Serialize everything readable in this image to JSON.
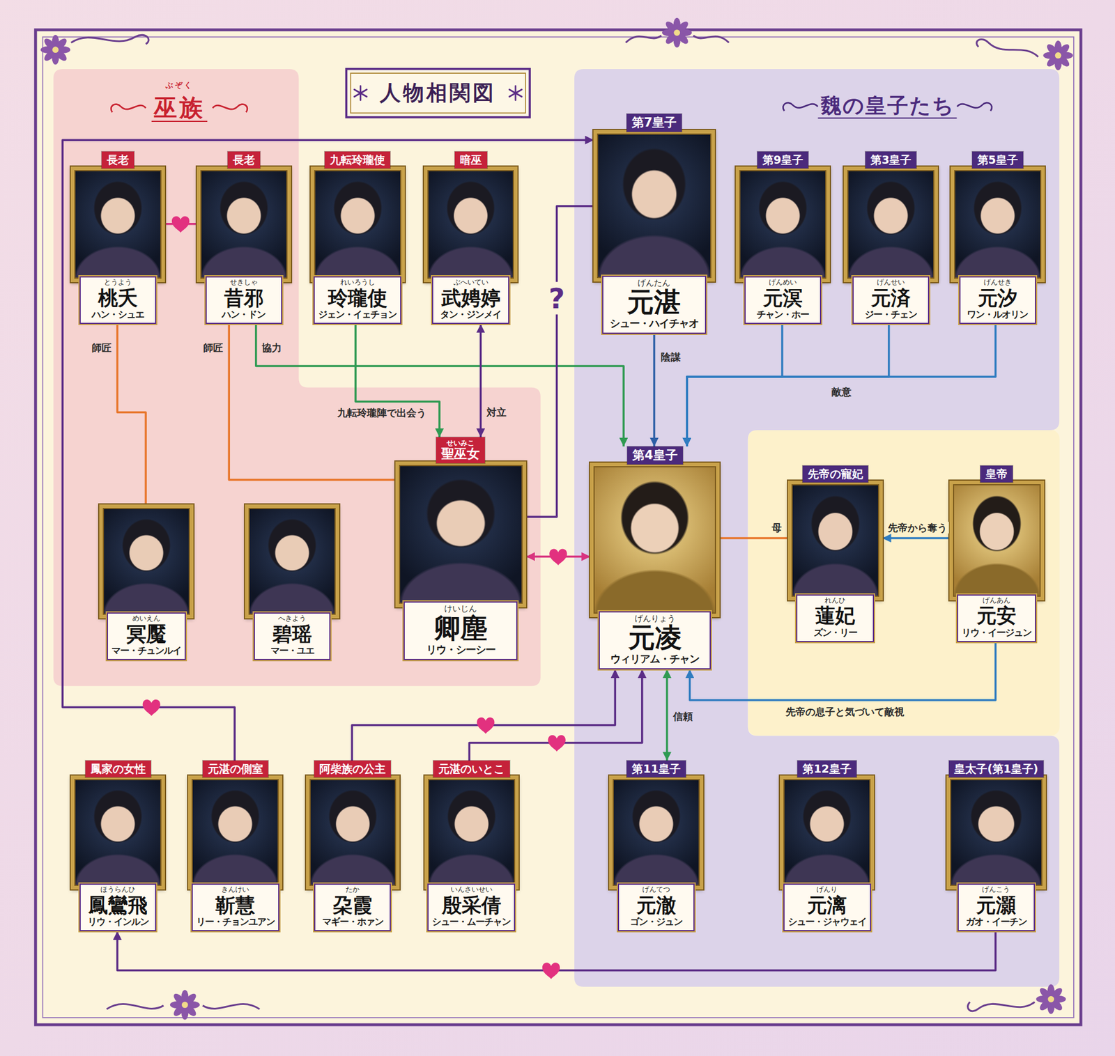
{
  "diagram": {
    "title": "人物相関図",
    "nodes": [
      {
        "text": [
          "ぶぞく",
          "巫族"
        ]
      },
      {
        "text": [
          "長老",
          "とうよう",
          "桃夭",
          "ハン・シュエ"
        ],
        "in": 0
      },
      {
        "text": [
          "長老",
          "せきしゃ",
          "昔邪",
          "ハン・ドン"
        ],
        "in": 0
      },
      {
        "text": [
          "九転玲瓏使",
          "れいろうし",
          "玲瓏使",
          "ジェン・イェチョン"
        ]
      },
      {
        "text": [
          "暗巫",
          "ぶへいてい",
          "武娉婷",
          "タン・ジンメイ"
        ]
      },
      {
        "text": [
          "魏の皇子たち"
        ]
      },
      {
        "text": [
          "第7皇子",
          "げんたん",
          "元湛",
          "シュー・ハイチャオ"
        ],
        "in": 5
      },
      {
        "text": [
          "第9皇子",
          "げんめい",
          "元溟",
          "チャン・ホー"
        ],
        "in": 5
      },
      {
        "text": [
          "第3皇子",
          "げんせい",
          "元済",
          "ジー・チェン"
        ],
        "in": 5
      },
      {
        "text": [
          "第5皇子",
          "げんせき",
          "元汐",
          "ワン・ルオリン"
        ],
        "in": 5
      },
      {
        "text": [
          "めいえん",
          "冥魘",
          "マー・チュンルイ"
        ],
        "in": 0
      },
      {
        "text": [
          "へきよう",
          "碧瑶",
          "マー・ユエ"
        ],
        "in": 0
      },
      {
        "text": [
          "せいみこ",
          "聖巫女",
          "けいじん",
          "卿塵",
          "リウ・シーシー"
        ],
        "in": 0
      },
      {
        "text": [
          "第4皇子",
          "げんりょう",
          "元凌",
          "ウィリアム・チャン"
        ],
        "in": 5
      },
      {
        "text": [
          "先帝の寵妃",
          "れんひ",
          "蓮妃",
          "ズン・リー"
        ]
      },
      {
        "text": [
          "皇帝",
          "げんあん",
          "元安",
          "リウ・イージュン"
        ]
      },
      {
        "text": [
          "鳳家の女性",
          "ほうらんひ",
          "鳳鸞飛",
          "リウ・インルン"
        ]
      },
      {
        "text": [
          "元湛の側室",
          "きんけい",
          "靳慧",
          "リー・チョンユアン"
        ]
      },
      {
        "text": [
          "阿柴族の公主",
          "たか",
          "朶霞",
          "マギー・ホァン"
        ]
      },
      {
        "text": [
          "元湛のいとこ",
          "いんさいせい",
          "殷采倩",
          "シュー・ムーチャン"
        ]
      },
      {
        "text": [
          "第11皇子",
          "げんてつ",
          "元澈",
          "ゴン・ジュン"
        ],
        "in": 5
      },
      {
        "text": [
          "第12皇子",
          "げんり",
          "元漓",
          "シュー・ジャウェイ"
        ],
        "in": 5
      },
      {
        "text": [
          "皇太子(第1皇子)",
          "げんこう",
          "元灝",
          "ガオ・イーチン"
        ],
        "in": 5
      }
    ],
    "edges": [
      {
        "from": 1,
        "to": 2,
        "arrow": "none"
      },
      {
        "from": 1,
        "to": 10,
        "label": "師匠",
        "arrow": "none"
      },
      {
        "from": 2,
        "to": 12,
        "label": "師匠",
        "arrow": "none"
      },
      {
        "from": 2,
        "to": 13,
        "label": "協力",
        "arrow": "to"
      },
      {
        "from": 3,
        "to": 12,
        "label": "九転玲瓏陣で出会う",
        "arrow": "to"
      },
      {
        "from": 4,
        "to": 12,
        "label": "対立",
        "arrow": "both"
      },
      {
        "from": 12,
        "to": 6,
        "label": "?",
        "arrow": "none"
      },
      {
        "from": 17,
        "to": 6,
        "arrow": "to"
      },
      {
        "from": 6,
        "to": 13,
        "label": "陰謀",
        "arrow": "to"
      },
      {
        "from": 7,
        "to": 13,
        "arrow": "to"
      },
      {
        "from": 8,
        "to": 13,
        "label": "敵意",
        "arrow": "to"
      },
      {
        "from": 9,
        "to": 13,
        "arrow": "to"
      },
      {
        "from": 12,
        "to": 13,
        "arrow": "both"
      },
      {
        "from": 14,
        "to": 13,
        "label": "母",
        "arrow": "none"
      },
      {
        "from": 15,
        "to": 14,
        "label": "先帝から奪う",
        "arrow": "to"
      },
      {
        "from": 15,
        "to": 13,
        "label": "先帝の息子と気づいて敵視",
        "arrow": "to"
      },
      {
        "from": 13,
        "to": 20,
        "label": "信頼",
        "arrow": "both"
      },
      {
        "from": 18,
        "to": 13,
        "arrow": "to"
      },
      {
        "from": 19,
        "to": 13,
        "arrow": "to"
      },
      {
        "from": 22,
        "to": 16,
        "arrow": "to"
      }
    ]
  }
}
